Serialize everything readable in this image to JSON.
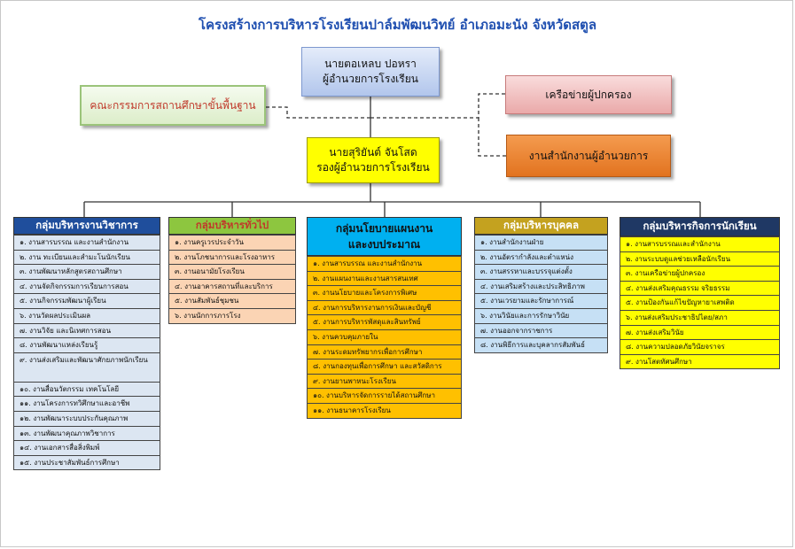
{
  "title": "โครงสร้างการบริหารโรงเรียนปาล์มพัฒนวิทย์  อำเภอมะนัง จังหวัดสตูล",
  "director": {
    "name": "นายตอเหลบ ปอหรา",
    "position": "ผู้อำนวยการโรงเรียน"
  },
  "committee": {
    "label": "คณะกรรมการสถานศึกษาขั้นพื้นฐาน"
  },
  "parents_network": {
    "label": "เครือข่ายผู้ปกครอง"
  },
  "deputy": {
    "name": "นายสุริยันต์  จันโสด",
    "position": "รองผู้อำนวยการโรงเรียน"
  },
  "director_office": {
    "label": "งานสำนักงานผู้อำนวยการ"
  },
  "colors": {
    "academic_head_bg": "#1f4e9c",
    "academic_head_text": "#ffffff",
    "academic_items_bg": "#dce6f2",
    "general_head_bg": "#8dc63f",
    "general_head_text": "#c0392b",
    "general_items_bg": "#fbd4b4",
    "policy_head_bg": "#00b0f0",
    "policy_head_text": "#111111",
    "policy_items_bg": "#ffc000",
    "personnel_head_bg": "#c4a21f",
    "personnel_head_text": "#ffffff",
    "personnel_items_bg": "#c6e0f5",
    "student_head_bg": "#1f3864",
    "student_head_text": "#ffffff",
    "student_items_bg": "#ffff00"
  },
  "groups": [
    {
      "key": "academic",
      "title": "กลุ่มบริหารงานวิชาการ",
      "items": [
        "๑. งานสารบรรณ และงานสำนักงาน",
        "๒. งาน ทะเบียนและสำมะโนนักเรียน",
        "๓. งานพัฒนาหลักสูตรสถานศึกษา",
        "๔. งานจัดกิจกรรมการเรียนการสอน",
        "๕. งานกิจกรรมพัฒนาผู้เรียน",
        "๖. งานวัดผลประเมินผล",
        "๗. งานวิจัย และนิเทศการสอน",
        "๘. งานพัฒนาแหล่งเรียนรู้",
        "๙. งานส่งเสริมและพัฒนาศักยภาพนักเรียน",
        "๑๐. งานสื่อนวัตกรรม เทคโนโลยี",
        "๑๑. งานโครงการทวิศึกษาและอาชีพ",
        "๑๒. งานพัฒนาระบบประกันคุณภาพ",
        "๑๓. งานพัฒนาคุณภาพวิชาการ",
        "๑๔. งานเอกสารสื่อสิ่งพิมพ์",
        "๑๕. งานประชาสัมพันธ์การศึกษา"
      ]
    },
    {
      "key": "general",
      "title": "กลุ่มบริหารทั่วไป",
      "items": [
        "๑. งานครูเวรประจำวัน",
        "๒. งานโภชนาการและโรงอาหาร",
        "๓. งานอนามัยโรงเรียน",
        "๔. งานอาคารสถานที่และบริการ",
        "๕. งานสัมพันธ์ชุมชน",
        "๖. งานนักการภารโรง"
      ]
    },
    {
      "key": "policy",
      "title": "กลุ่มนโยบายแผนงาน และงบประมาณ",
      "items": [
        "๑. งานสารบรรณ และงานสำนักงาน",
        "๒. งานแผนงานและงานสารสนเทศ",
        "๓. งานนโยบายและโครงการพิเศษ",
        "๔. งานการบริหารงานการเงินและบัญชี",
        "๕. งานการบริหารพัสดุและสินทรัพย์",
        "๖. งานควบคุมภายใน",
        "๗. งานระดมทรัพยากรเพื่อการศึกษา",
        "๘. งานกองทุนเพื่อการศึกษา และสวัสดิการ",
        "๙. งานยานพาหนะโรงเรียน",
        "๑๐. งานบริหารจัดการรายได้สถานศึกษา",
        "๑๑. งานธนาคารโรงเรียน"
      ]
    },
    {
      "key": "personnel",
      "title": "กลุ่มบริหารบุคคล",
      "items": [
        "๑. งานสำนักงานฝ่าย",
        "๒. งานอัตรากำลังและตำแหน่ง",
        "๓. งานสรรหาและบรรจุแต่งตั้ง",
        "๔. งานเสริมสร้างและประสิทธิภาพ",
        "๕. งานเวรยามและรักษาการณ์",
        "๖. งานวินัยและการรักษาวินัย",
        "๗. งานออกจากราชการ",
        "๘. งานพิธีการและบุคลากรสัมพันธ์"
      ]
    },
    {
      "key": "student",
      "title": "กลุ่มบริหารกิจการนักเรียน",
      "items": [
        "๑. งานสารบรรณและสำนักงาน",
        "๒. งานระบบดูแลช่วยเหลือนักเรียน",
        "๓. งานเครือข่ายผู้ปกครอง",
        "๔. งานส่งเสริมคุณธรรม จริยธรรม",
        "๕. งานป้องกันแก้ไขปัญหายาเสพติด",
        "๖. งานส่งเสริมประชาธิปไตย/สภา",
        "๗. งานส่งเสริมวินัย",
        "๘. งานความปลอดภัยวินัยจราจร",
        "๙. งานโสตทัศนศึกษา"
      ]
    }
  ]
}
